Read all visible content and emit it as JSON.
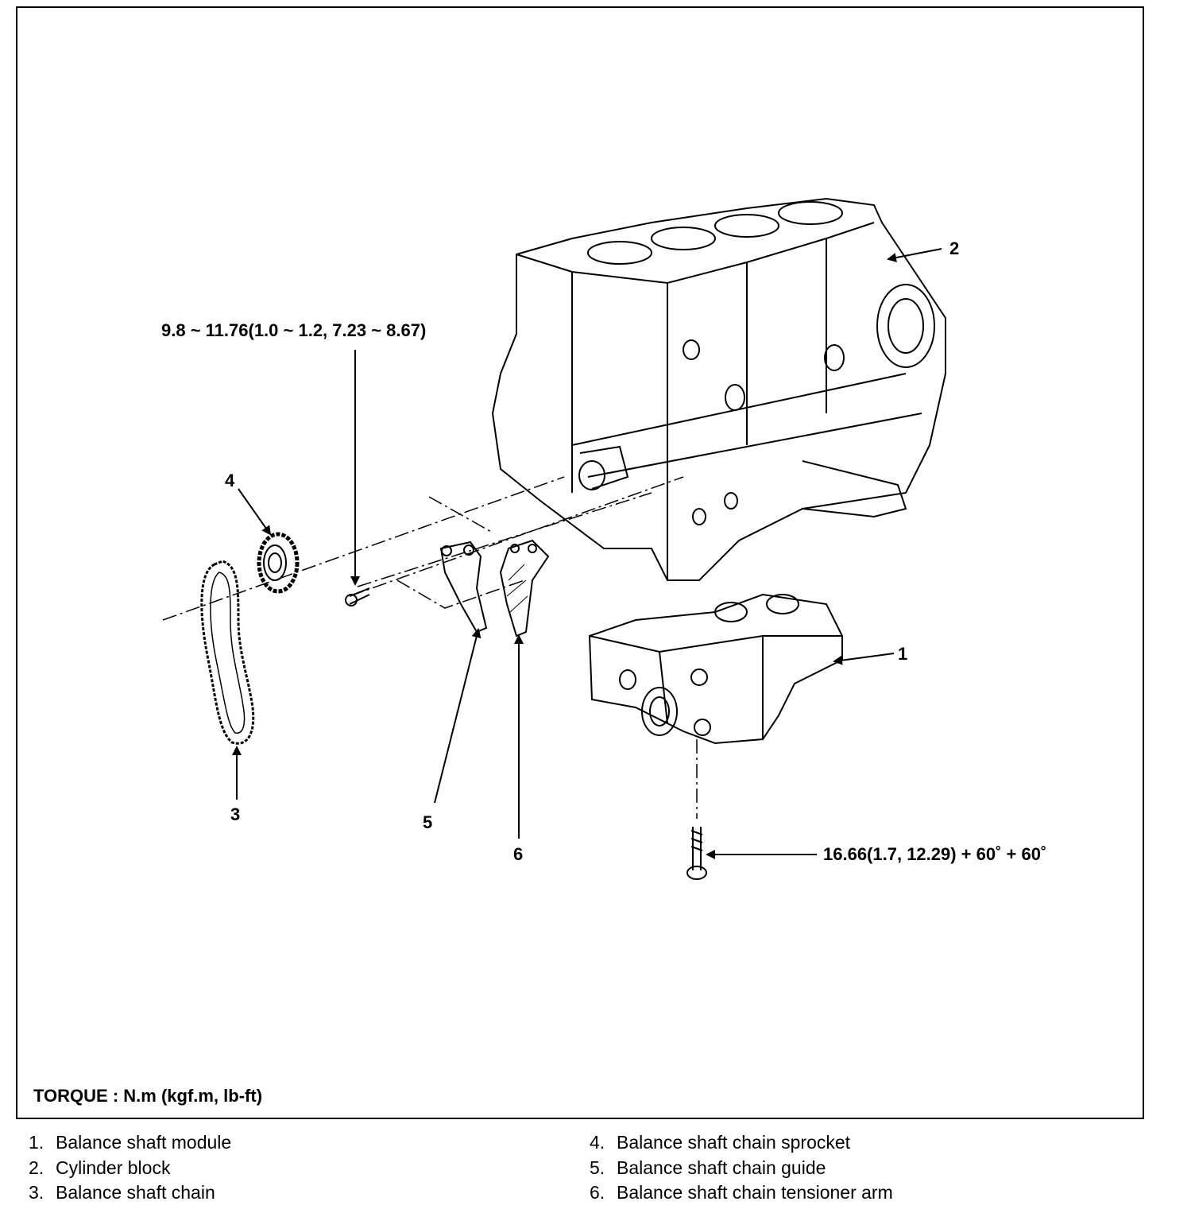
{
  "callouts": {
    "c1": "1",
    "c2": "2",
    "c3": "3",
    "c4": "4",
    "c5": "5",
    "c6": "6"
  },
  "torque_specs": {
    "upper_bolt": "9.8 ~ 11.76(1.0 ~ 1.2, 7.23 ~ 8.67)",
    "lower_bolt": "16.66(1.7, 12.29) + 60˚ + 60˚"
  },
  "torque_unit_label": "TORQUE : N.m (kgf.m, lb-ft)",
  "legend": [
    {
      "num": "1.",
      "label": "Balance shaft module"
    },
    {
      "num": "2.",
      "label": "Cylinder block"
    },
    {
      "num": "3.",
      "label": "Balance shaft chain"
    },
    {
      "num": "4.",
      "label": "Balance shaft chain sprocket"
    },
    {
      "num": "5.",
      "label": "Balance shaft chain guide"
    },
    {
      "num": "6.",
      "label": "Balance shaft chain tensioner arm"
    }
  ]
}
